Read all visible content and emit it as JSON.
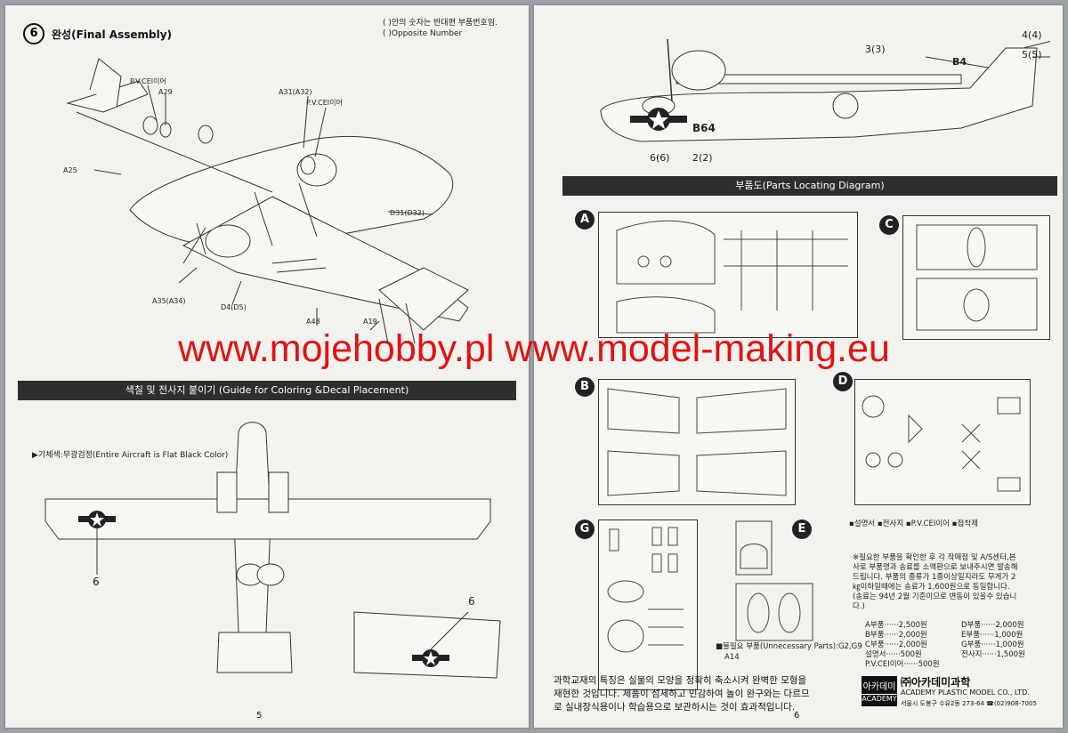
{
  "left_page": {
    "step_number": "6",
    "step_title": "완성(Final Assembly)",
    "note_line1": "( )안의 숫자는 반대편 부품번호임.",
    "note_line2": "( )Opposite Number",
    "parts": [
      "P.V.CEI이어",
      "A29",
      "A25",
      "A31(A32)",
      "P.V.CEI이어",
      "D31(D32)",
      "A35(A34)",
      "D4(D5)",
      "A48",
      "A19"
    ],
    "coloring_title": "색칠 및 전사지 붙이기 (Guide for Coloring &Decal Placement)",
    "color_note": "▶기체색:무광검정(Entire Aircraft is Flat Black Color)",
    "decal_6a": "6",
    "decal_6b": "6",
    "page_number": "5"
  },
  "right_page": {
    "decal_34": "3(3)",
    "decal_4": "4(4)",
    "decal_5": "5(5)",
    "decal_6": "6(6)",
    "decal_2": "2(2)",
    "tail_code": "B4",
    "hull_code": "B64",
    "parts_title": "부품도(Parts Locating Diagram)",
    "sprue_letters": [
      "A",
      "B",
      "C",
      "D",
      "G",
      "E"
    ],
    "legend": "▪설명서  ▪전사지  ▪P.V.CEI이어  ▪접착제",
    "order_note": [
      "※필요한 부품을 확인한 후 각 작매점 및 A/S센터,본",
      "사로 부품명과 송료를 소액환으로 보내주시면 발송해",
      "드립니다. 부품의 종류가 1종이상일지라도 무게가 2",
      "㎏이하일때에는 송료가 1,600원으로 동일합니다.",
      "(송료는 94년 2월 기준이므로 변동이 있을수 있습니",
      "다.)"
    ],
    "prices_left": [
      "A부품······2,500원",
      "B부품······2,000원",
      "C부품······2,000원",
      "설명서······500원",
      "P.V.CEI이어······500원"
    ],
    "prices_right": [
      "D부품······2,000원",
      "E부품······1,000원",
      "G부품······1,000원",
      "전사지······1,500원"
    ],
    "unnecessary": "■불필요 부품(Unnecessary Parts):G2,G9",
    "unnecessary2": "A14",
    "footer_kr": [
      "과학교재의 특징은 실물의 모양을 정확히  축소시켜 완벽한 모형을",
      "재현한 것입니다. 제품이 섬세하고 민감하여 놀이 완구와는 다르므",
      "로 실내장식용이나  학습용으로 보관하시는 것이 효과적입니다."
    ],
    "logo_kr": "아카데미",
    "logo_en": "ACADEMY",
    "company_kr": "㈜아카데미과학",
    "company_en": "ACADEMY PLASTIC MODEL CO., LTD.",
    "address": "서울시 도봉구 수유2동 273-64 ☎(02)908-7005",
    "page_number": "6"
  },
  "watermark": "www.mojehobby.pl www.model-making.eu"
}
